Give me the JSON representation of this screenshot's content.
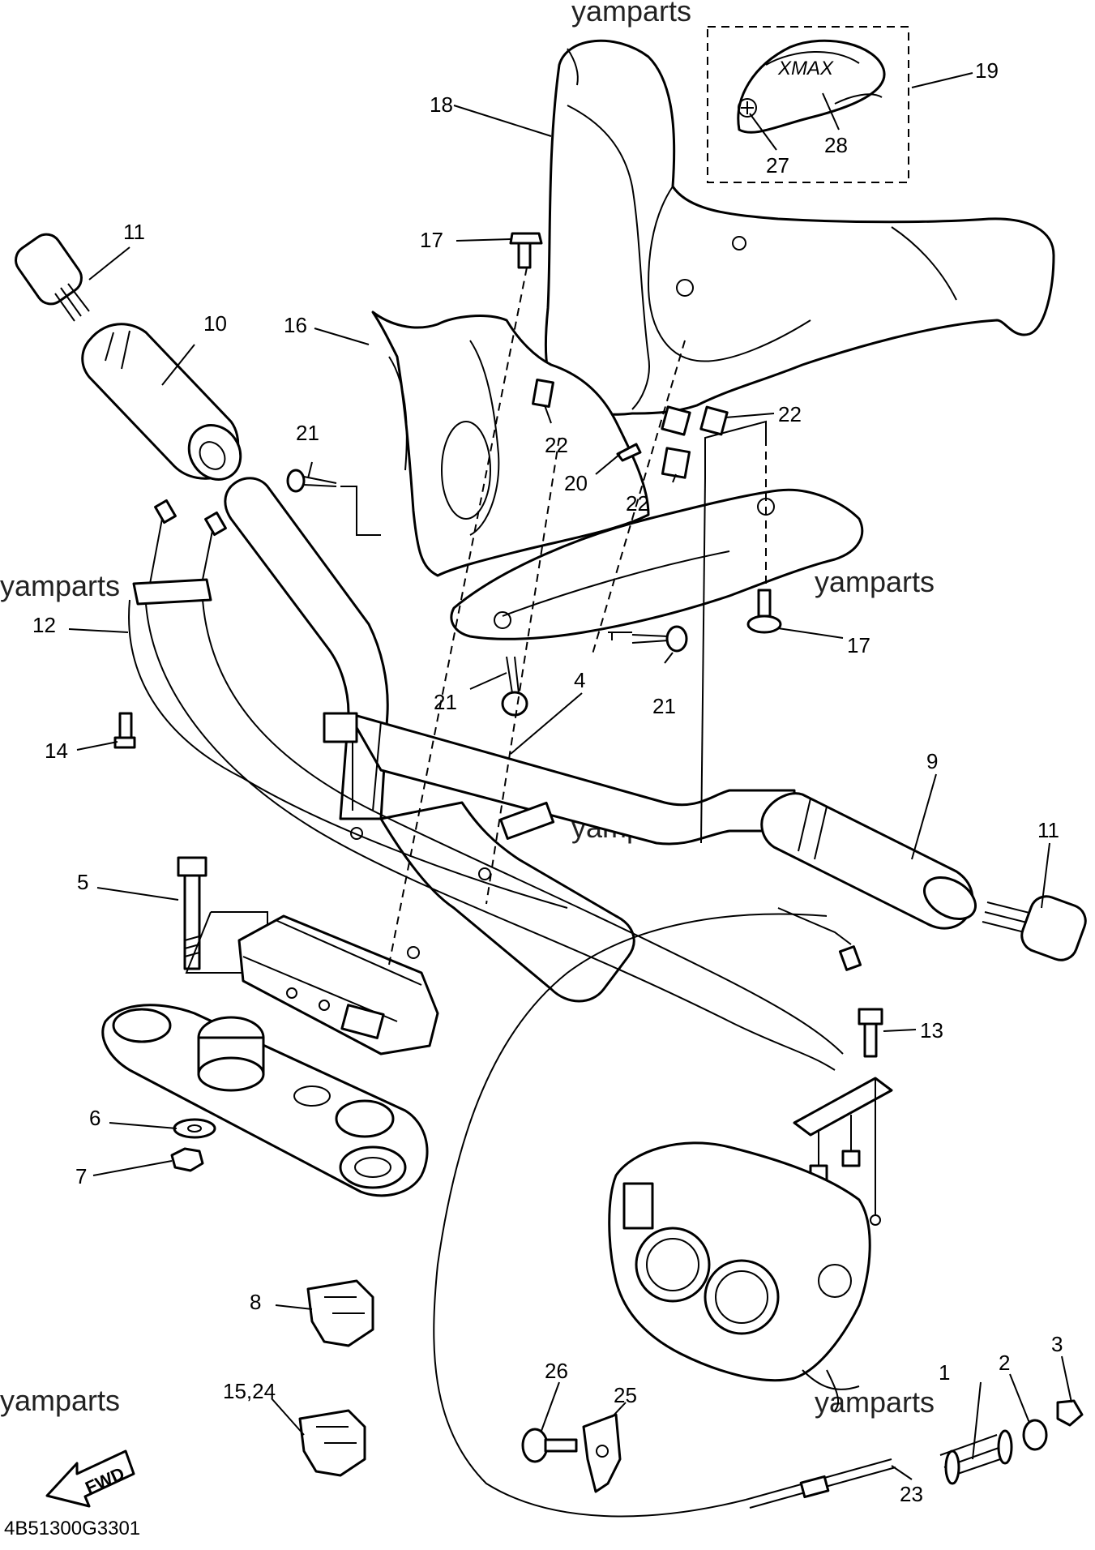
{
  "watermarks": [
    "yamparts",
    "yamparts",
    "yamparts",
    "yamparts",
    "yamparts"
  ],
  "diagram_code": "4B51300G3301",
  "direction_label": "FWD",
  "callouts": [
    {
      "id": "1",
      "label": "1"
    },
    {
      "id": "2",
      "label": "2"
    },
    {
      "id": "3",
      "label": "3"
    },
    {
      "id": "4",
      "label": "4"
    },
    {
      "id": "5",
      "label": "5"
    },
    {
      "id": "6",
      "label": "6"
    },
    {
      "id": "7",
      "label": "7"
    },
    {
      "id": "8",
      "label": "8"
    },
    {
      "id": "9",
      "label": "9"
    },
    {
      "id": "10",
      "label": "10"
    },
    {
      "id": "11a",
      "label": "11"
    },
    {
      "id": "11b",
      "label": "11"
    },
    {
      "id": "12",
      "label": "12"
    },
    {
      "id": "13",
      "label": "13"
    },
    {
      "id": "14",
      "label": "14"
    },
    {
      "id": "15_24",
      "label": "15,24"
    },
    {
      "id": "16",
      "label": "16"
    },
    {
      "id": "17a",
      "label": "17"
    },
    {
      "id": "17b",
      "label": "17"
    },
    {
      "id": "18",
      "label": "18"
    },
    {
      "id": "19",
      "label": "19"
    },
    {
      "id": "20",
      "label": "20"
    },
    {
      "id": "21a",
      "label": "21"
    },
    {
      "id": "21b",
      "label": "21"
    },
    {
      "id": "21c",
      "label": "21"
    },
    {
      "id": "22a",
      "label": "22"
    },
    {
      "id": "22b",
      "label": "22"
    },
    {
      "id": "22c",
      "label": "22"
    },
    {
      "id": "23",
      "label": "23"
    },
    {
      "id": "25",
      "label": "25"
    },
    {
      "id": "26",
      "label": "26"
    },
    {
      "id": "27",
      "label": "27"
    },
    {
      "id": "28",
      "label": "28"
    }
  ]
}
